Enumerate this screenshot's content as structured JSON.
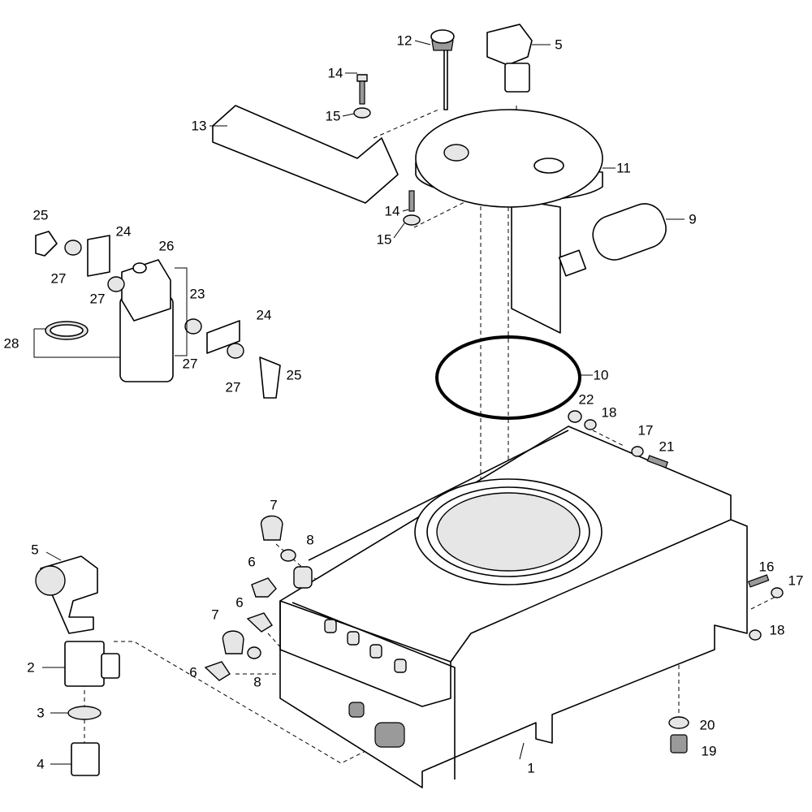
{
  "diagram": {
    "type": "exploded-parts-view",
    "callouts": [
      "12",
      "5",
      "14",
      "15",
      "13",
      "11",
      "14",
      "15",
      "9",
      "25",
      "24",
      "26",
      "27",
      "23",
      "27",
      "28",
      "24",
      "27",
      "27",
      "25",
      "10",
      "22",
      "18",
      "17",
      "21",
      "7",
      "8",
      "5",
      "6",
      "16",
      "17",
      "6",
      "7",
      "18",
      "2",
      "6",
      "8",
      "3",
      "20",
      "19",
      "4",
      "1"
    ]
  }
}
